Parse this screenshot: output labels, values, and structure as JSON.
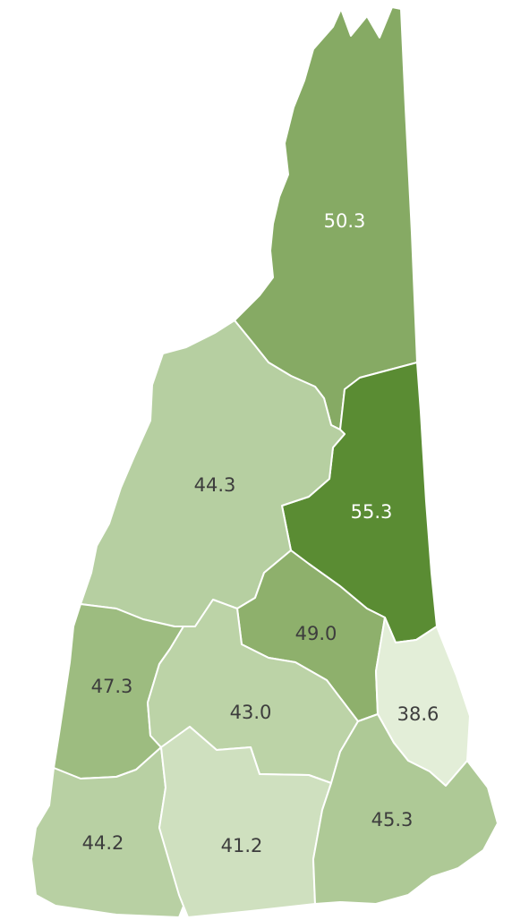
{
  "map": {
    "counties": [
      {
        "id": "coos",
        "value": "50.3",
        "fill": "#86aa64",
        "text": "#ffffff"
      },
      {
        "id": "carroll",
        "value": "55.3",
        "fill": "#5a8c33",
        "text": "#ffffff"
      },
      {
        "id": "grafton",
        "value": "44.3",
        "fill": "#b6cfa1",
        "text": "#3d3d3d"
      },
      {
        "id": "belknap",
        "value": "49.0",
        "fill": "#8eb06c",
        "text": "#3d3d3d"
      },
      {
        "id": "sullivan",
        "value": "47.3",
        "fill": "#9dbc80",
        "text": "#3d3d3d"
      },
      {
        "id": "merrimack",
        "value": "43.0",
        "fill": "#bcd3a7",
        "text": "#3d3d3d"
      },
      {
        "id": "strafford",
        "value": "38.6",
        "fill": "#e3eed8",
        "text": "#3d3d3d"
      },
      {
        "id": "cheshire",
        "value": "44.2",
        "fill": "#b8d0a3",
        "text": "#3d3d3d"
      },
      {
        "id": "hillsborough",
        "value": "41.2",
        "fill": "#cfe0bf",
        "text": "#3d3d3d"
      },
      {
        "id": "rockingham",
        "value": "45.3",
        "fill": "#aec996",
        "text": "#3d3d3d"
      }
    ]
  }
}
